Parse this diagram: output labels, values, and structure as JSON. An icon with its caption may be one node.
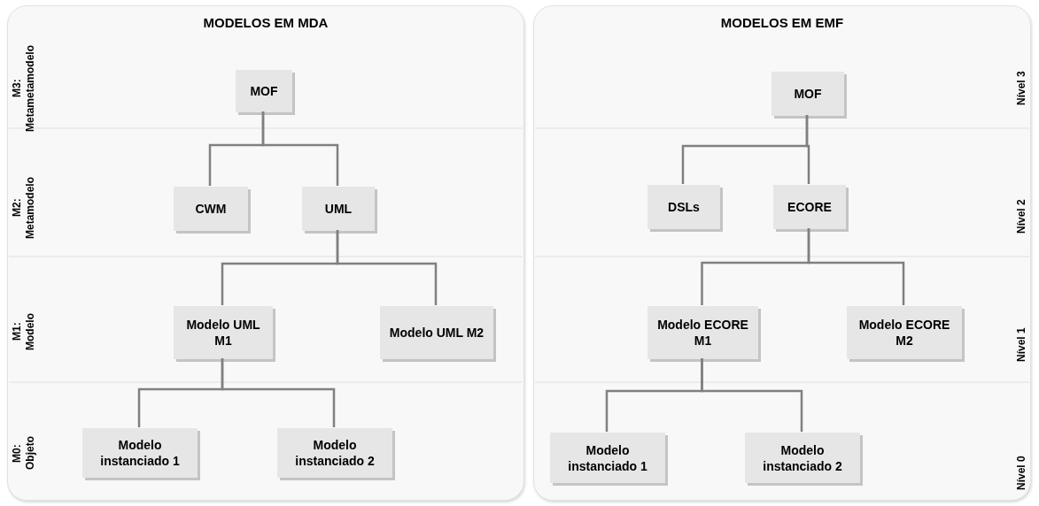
{
  "diagram": {
    "nodes": [
      {
        "text": [
          "MODELOS EM MDA"
        ]
      },
      {
        "text": [
          "MOF"
        ],
        "in": 0
      },
      {
        "text": [
          "CWM"
        ],
        "in": 0
      },
      {
        "text": [
          "UML"
        ],
        "in": 0
      },
      {
        "text": [
          "Modelo UML M1"
        ],
        "in": 0
      },
      {
        "text": [
          "Modelo UML M2"
        ],
        "in": 0
      },
      {
        "text": [
          "Modelo instanciado 1"
        ],
        "in": 0
      },
      {
        "text": [
          "Modelo instanciado 2"
        ],
        "in": 0
      },
      {
        "text": [
          "MODELOS EM EMF"
        ]
      },
      {
        "text": [
          "MOF"
        ],
        "in": 8
      },
      {
        "text": [
          "DSLs"
        ],
        "in": 8
      },
      {
        "text": [
          "ECORE"
        ],
        "in": 8
      },
      {
        "text": [
          "Modelo ECORE M1"
        ],
        "in": 8
      },
      {
        "text": [
          "Modelo ECORE M2"
        ],
        "in": 8
      },
      {
        "text": [
          "Modelo instanciado 1"
        ],
        "in": 8
      },
      {
        "text": [
          "Modelo instanciado 2"
        ],
        "in": 8
      }
    ],
    "edges": [
      {
        "from": 1,
        "to": 2,
        "arrow": "none"
      },
      {
        "from": 1,
        "to": 3,
        "arrow": "none"
      },
      {
        "from": 3,
        "to": 4,
        "arrow": "none"
      },
      {
        "from": 3,
        "to": 5,
        "arrow": "none"
      },
      {
        "from": 4,
        "to": 6,
        "arrow": "none"
      },
      {
        "from": 4,
        "to": 7,
        "arrow": "none"
      },
      {
        "from": 9,
        "to": 10,
        "arrow": "none"
      },
      {
        "from": 9,
        "to": 11,
        "arrow": "none"
      },
      {
        "from": 11,
        "to": 12,
        "arrow": "none"
      },
      {
        "from": 11,
        "to": 13,
        "arrow": "none"
      },
      {
        "from": 12,
        "to": 14,
        "arrow": "none"
      },
      {
        "from": 12,
        "to": 15,
        "arrow": "none"
      }
    ],
    "labels": [
      "M3: Metametamodelo",
      "M2: Metamodelo",
      "M1: Modelo",
      "M0: Objeto",
      "Nível 3",
      "Nível 2",
      "Nível 1",
      "Nível 0"
    ]
  }
}
